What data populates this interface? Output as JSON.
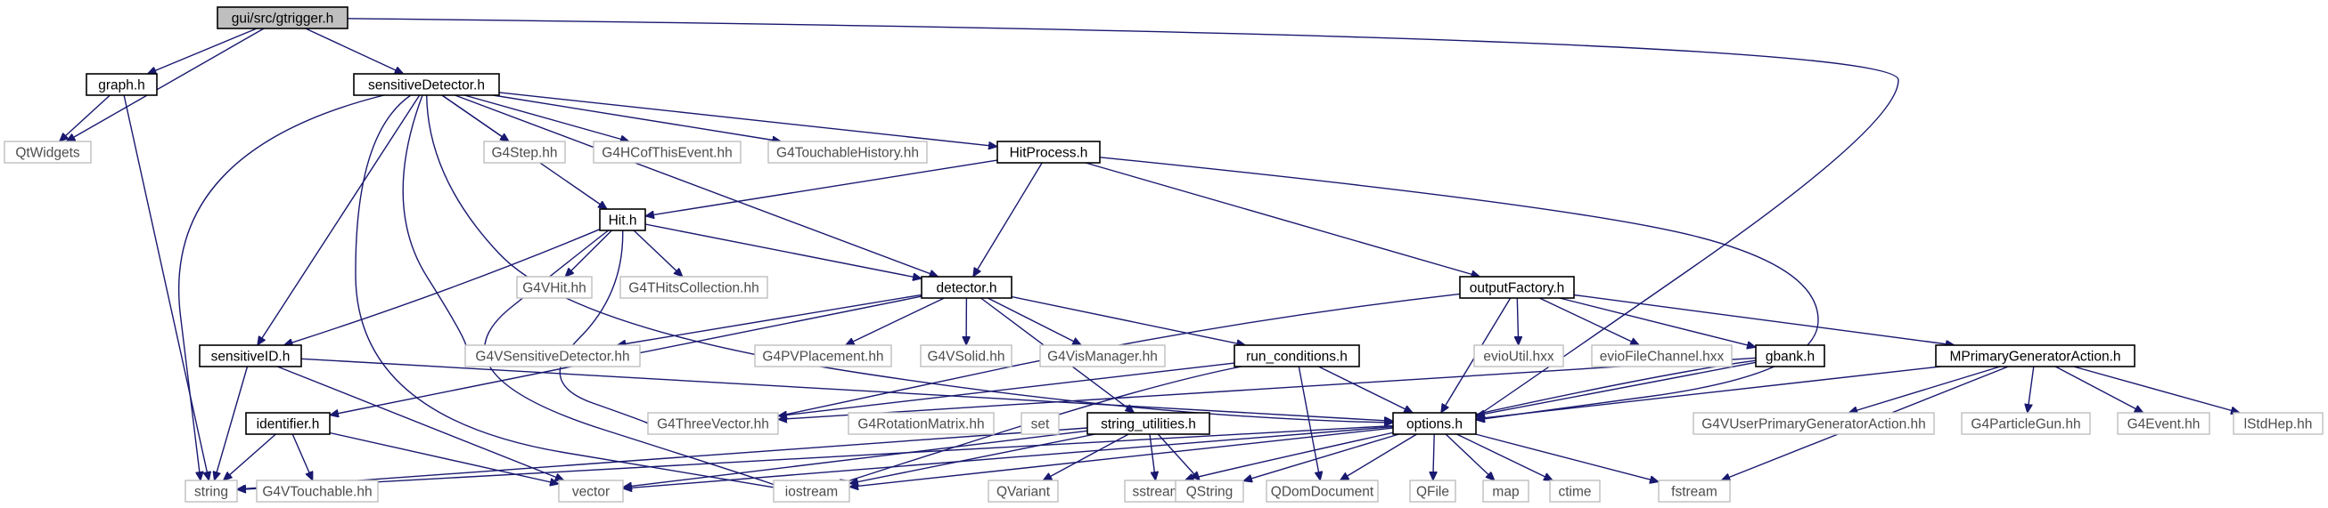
{
  "colors": {
    "edge": "#191970",
    "root_fill": "#bfbfbf",
    "external_border": "#bfbfbf",
    "node_border": "#000000"
  },
  "nodes": {
    "gtrigger": {
      "label": "gui/src/gtrigger.h",
      "kind": "root"
    },
    "graph": {
      "label": "graph.h",
      "kind": "project"
    },
    "qtwidgets": {
      "label": "QtWidgets",
      "kind": "external"
    },
    "sensdet": {
      "label": "sensitiveDetector.h",
      "kind": "project"
    },
    "g4step": {
      "label": "G4Step.hh",
      "kind": "external"
    },
    "g4hcof": {
      "label": "G4HCofThisEvent.hh",
      "kind": "external"
    },
    "g4touchhist": {
      "label": "G4TouchableHistory.hh",
      "kind": "external"
    },
    "hitprocess": {
      "label": "HitProcess.h",
      "kind": "project"
    },
    "hit": {
      "label": "Hit.h",
      "kind": "project"
    },
    "g4vhit": {
      "label": "G4VHit.hh",
      "kind": "external"
    },
    "g4thits": {
      "label": "G4THitsCollection.hh",
      "kind": "external"
    },
    "detector": {
      "label": "detector.h",
      "kind": "project"
    },
    "outputfactory": {
      "label": "outputFactory.h",
      "kind": "project"
    },
    "sensid": {
      "label": "sensitiveID.h",
      "kind": "project"
    },
    "g4vsensdet": {
      "label": "G4VSensitiveDetector.hh",
      "kind": "external"
    },
    "g4pvplacement": {
      "label": "G4PVPlacement.hh",
      "kind": "external"
    },
    "g4vsolid": {
      "label": "G4VSolid.hh",
      "kind": "external"
    },
    "g4vismanager": {
      "label": "G4VisManager.hh",
      "kind": "external"
    },
    "runconditions": {
      "label": "run_conditions.h",
      "kind": "project"
    },
    "evioutil": {
      "label": "evioUtil.hxx",
      "kind": "external"
    },
    "eviofilechannel": {
      "label": "evioFileChannel.hxx",
      "kind": "external"
    },
    "gbank": {
      "label": "gbank.h",
      "kind": "project"
    },
    "mprimary": {
      "label": "MPrimaryGeneratorAction.h",
      "kind": "project"
    },
    "identifier": {
      "label": "identifier.h",
      "kind": "project"
    },
    "g4threevector": {
      "label": "G4ThreeVector.hh",
      "kind": "external"
    },
    "g4rotmatrix": {
      "label": "G4RotationMatrix.hh",
      "kind": "external"
    },
    "set": {
      "label": "set",
      "kind": "external"
    },
    "stringutil": {
      "label": "string_utilities.h",
      "kind": "project"
    },
    "options": {
      "label": "options.h",
      "kind": "project"
    },
    "g4vuserprimary": {
      "label": "G4VUserPrimaryGeneratorAction.hh",
      "kind": "external"
    },
    "g4particlegun": {
      "label": "G4ParticleGun.hh",
      "kind": "external"
    },
    "g4event": {
      "label": "G4Event.hh",
      "kind": "external"
    },
    "lstdhep": {
      "label": "lStdHep.hh",
      "kind": "external"
    },
    "string": {
      "label": "string",
      "kind": "external"
    },
    "g4vtouchable": {
      "label": "G4VTouchable.hh",
      "kind": "external"
    },
    "vector": {
      "label": "vector",
      "kind": "external"
    },
    "iostream": {
      "label": "iostream",
      "kind": "external"
    },
    "qvariant": {
      "label": "QVariant",
      "kind": "external"
    },
    "sstream": {
      "label": "sstream",
      "kind": "external"
    },
    "qstring": {
      "label": "QString",
      "kind": "external"
    },
    "qdomdocument": {
      "label": "QDomDocument",
      "kind": "external"
    },
    "qfile": {
      "label": "QFile",
      "kind": "external"
    },
    "map": {
      "label": "map",
      "kind": "external"
    },
    "ctime": {
      "label": "ctime",
      "kind": "external"
    },
    "fstream": {
      "label": "fstream",
      "kind": "external"
    }
  },
  "edges": [
    [
      "gtrigger",
      "qtwidgets"
    ],
    [
      "gtrigger",
      "graph"
    ],
    [
      "gtrigger",
      "sensdet"
    ],
    [
      "gtrigger",
      "options"
    ],
    [
      "graph",
      "qtwidgets"
    ],
    [
      "graph",
      "string"
    ],
    [
      "sensdet",
      "g4step"
    ],
    [
      "sensdet",
      "g4hcof"
    ],
    [
      "sensdet",
      "g4touchhist"
    ],
    [
      "sensdet",
      "hitprocess"
    ],
    [
      "sensdet",
      "hit"
    ],
    [
      "sensdet",
      "detector"
    ],
    [
      "sensdet",
      "sensid"
    ],
    [
      "sensdet",
      "g4vsensdet"
    ],
    [
      "sensdet",
      "string"
    ],
    [
      "sensdet",
      "iostream"
    ],
    [
      "sensdet",
      "options"
    ],
    [
      "hitprocess",
      "hit"
    ],
    [
      "hitprocess",
      "detector"
    ],
    [
      "hitprocess",
      "outputfactory"
    ],
    [
      "hitprocess",
      "options"
    ],
    [
      "hit",
      "g4vhit"
    ],
    [
      "hit",
      "g4thits"
    ],
    [
      "hit",
      "detector"
    ],
    [
      "hit",
      "sensid"
    ],
    [
      "hit",
      "g4threevector"
    ],
    [
      "hit",
      "iostream"
    ],
    [
      "detector",
      "g4vsensdet"
    ],
    [
      "detector",
      "g4pvplacement"
    ],
    [
      "detector",
      "g4vsolid"
    ],
    [
      "detector",
      "g4vismanager"
    ],
    [
      "detector",
      "runconditions"
    ],
    [
      "detector",
      "identifier"
    ],
    [
      "detector",
      "stringutil"
    ],
    [
      "outputfactory",
      "evioutil"
    ],
    [
      "outputfactory",
      "eviofilechannel"
    ],
    [
      "outputfactory",
      "gbank"
    ],
    [
      "outputfactory",
      "mprimary"
    ],
    [
      "outputfactory",
      "options"
    ],
    [
      "outputfactory",
      "g4threevector"
    ],
    [
      "sensid",
      "string"
    ],
    [
      "sensid",
      "vector"
    ],
    [
      "sensid",
      "options"
    ],
    [
      "runconditions",
      "g4threevector"
    ],
    [
      "runconditions",
      "options"
    ],
    [
      "runconditions",
      "qdomdocument"
    ],
    [
      "runconditions",
      "iostream"
    ],
    [
      "gbank",
      "options"
    ],
    [
      "gbank",
      "sstream"
    ],
    [
      "gbank",
      "g4threevector"
    ],
    [
      "mprimary",
      "options"
    ],
    [
      "mprimary",
      "g4vuserprimary"
    ],
    [
      "mprimary",
      "g4particlegun"
    ],
    [
      "mprimary",
      "g4event"
    ],
    [
      "mprimary",
      "lstdhep"
    ],
    [
      "mprimary",
      "fstream"
    ],
    [
      "identifier",
      "string"
    ],
    [
      "identifier",
      "g4vtouchable"
    ],
    [
      "identifier",
      "vector"
    ],
    [
      "stringutil",
      "string"
    ],
    [
      "stringutil",
      "vector"
    ],
    [
      "stringutil",
      "qvariant"
    ],
    [
      "stringutil",
      "sstream"
    ],
    [
      "stringutil",
      "qstring"
    ],
    [
      "stringutil",
      "iostream"
    ],
    [
      "options",
      "string"
    ],
    [
      "options",
      "vector"
    ],
    [
      "options",
      "iostream"
    ],
    [
      "options",
      "qstring"
    ],
    [
      "options",
      "qdomdocument"
    ],
    [
      "options",
      "qfile"
    ],
    [
      "options",
      "map"
    ],
    [
      "options",
      "ctime"
    ],
    [
      "options",
      "fstream"
    ]
  ]
}
